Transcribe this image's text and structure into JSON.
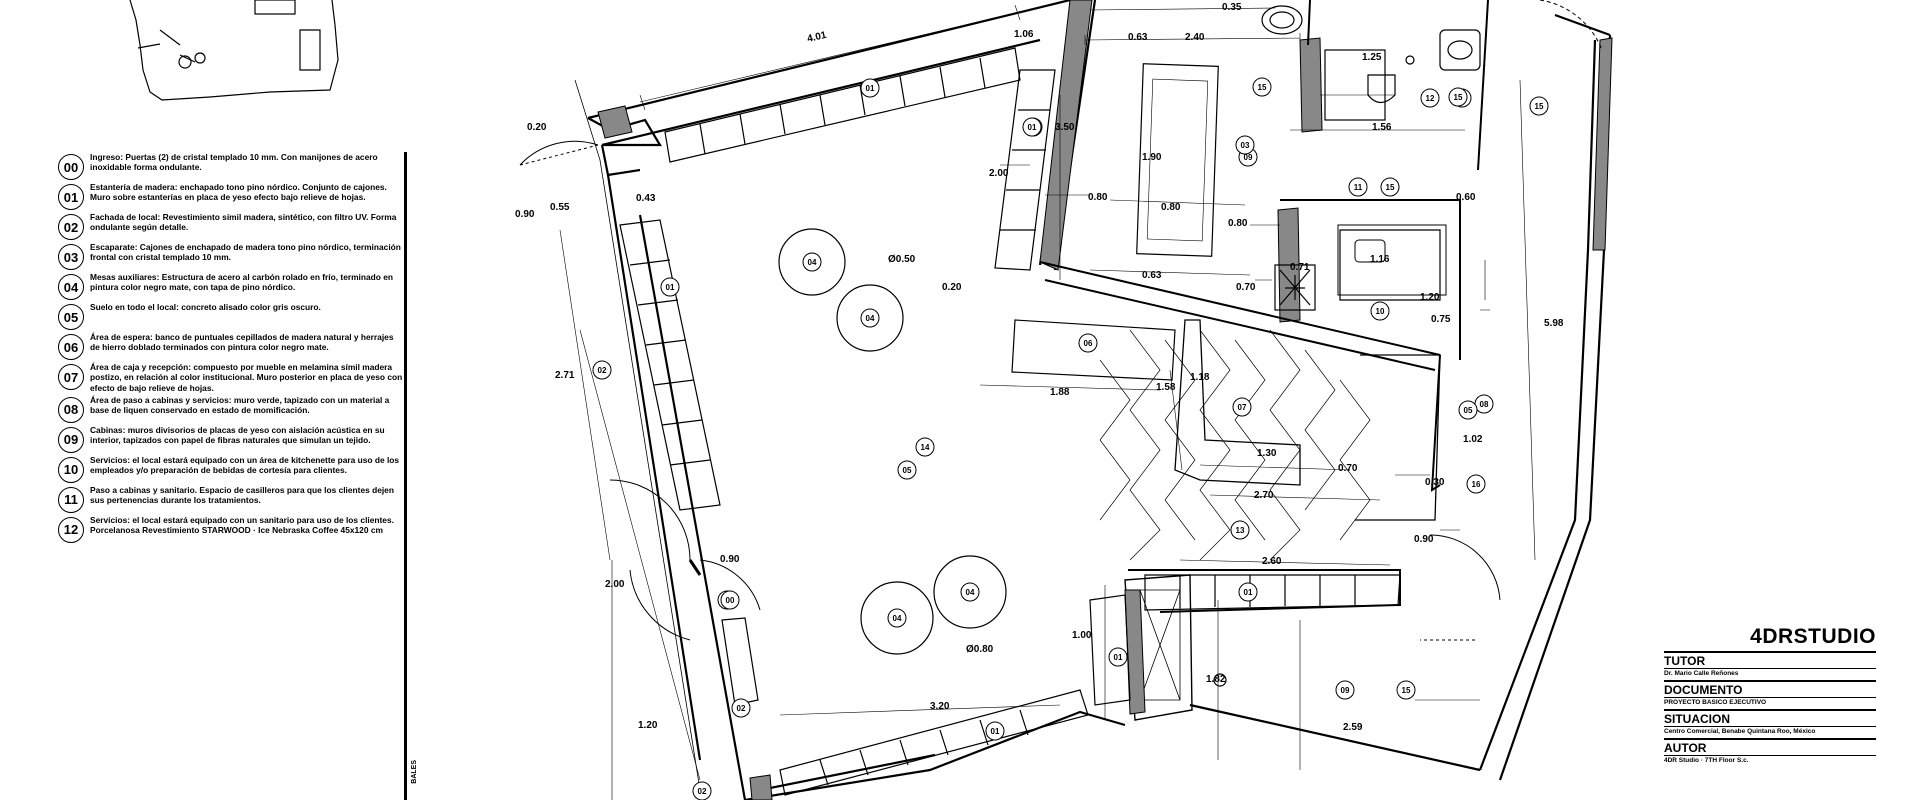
{
  "legend": {
    "items": [
      {
        "num": "00",
        "text": "Ingreso: Puertas (2) de cristal templado 10 mm. Con manijones de acero inoxidable forma ondulante."
      },
      {
        "num": "01",
        "text": "Estantería de madera: enchapado tono pino nórdico. Conjunto de cajones. Muro sobre estanterías en placa de yeso efecto bajo relieve de hojas."
      },
      {
        "num": "02",
        "text": "Fachada de local: Revestimiento símil madera, sintético, con filtro UV. Forma ondulante según detalle."
      },
      {
        "num": "03",
        "text": "Escaparate: Cajones de enchapado de madera tono pino nórdico, terminación frontal con cristal templado 10 mm."
      },
      {
        "num": "04",
        "text": "Mesas auxiliares: Estructura de acero al carbón rolado en frío, terminado en pintura color negro mate, con tapa de pino nórdico."
      },
      {
        "num": "05",
        "text": "Suelo en todo el local: concreto alisado color gris oscuro."
      },
      {
        "num": "06",
        "text": "Área de espera: banco de puntuales cepillados de madera natural y herrajes de hierro doblado terminados con pintura color negro mate."
      },
      {
        "num": "07",
        "text": "Área de caja y recepción: compuesto por mueble en melamina símil madera postizo, en relación al color institucional. Muro posterior en placa de yeso con efecto de bajo relieve de hojas."
      },
      {
        "num": "08",
        "text": "Área de paso a cabinas y servicios: muro verde, tapizado con un material a base de liquen conservado en estado de momificación."
      },
      {
        "num": "09",
        "text": "Cabinas: muros divisorios de placas de yeso con aislación acústica en su interior, tapizados con papel de fibras naturales que simulan un tejido."
      },
      {
        "num": "10",
        "text": "Servicios: el local estará equipado con un área de kitchenette para uso de los empleados y/o preparación de bebidas de cortesía para clientes."
      },
      {
        "num": "11",
        "text": "Paso a cabinas y sanitario. Espacio de casilleros para que los clientes dejen sus pertenencias durante los tratamientos."
      },
      {
        "num": "12",
        "text": "Servicios: el local estará equipado con un sanitario para uso de los clientes. Porcelanosa Revestimiento STARWOOD · Ice Nebraska Coffee 45x120 cm"
      }
    ],
    "side_label": "BALES"
  },
  "titleblock": {
    "brand": "4DRSTUDIO",
    "sections": [
      {
        "head": "TUTOR",
        "value": "Dr. Mario Calle Reñones"
      },
      {
        "head": "DOCUMENTO",
        "value": "PROYECTO BASICO EJECUTIVO"
      },
      {
        "head": "SITUACION",
        "value": "Centro Comercial, Benabe Quintana Roo, México"
      },
      {
        "head": "AUTOR",
        "value": "4DR Studio · 7TH Floor S.c."
      }
    ]
  },
  "plan": {
    "dimensions": [
      {
        "id": "d-401",
        "t": "4.01"
      },
      {
        "id": "d-106",
        "t": "1.06"
      },
      {
        "id": "d-035",
        "t": "0.35"
      },
      {
        "id": "d-063a",
        "t": "0.63"
      },
      {
        "id": "d-240",
        "t": "2.40"
      },
      {
        "id": "d-125",
        "t": "1.25"
      },
      {
        "id": "d-020",
        "t": "0.20"
      },
      {
        "id": "d-043",
        "t": "0.43"
      },
      {
        "id": "d-090",
        "t": "0.90"
      },
      {
        "id": "d-055",
        "t": "0.55"
      },
      {
        "id": "d-350",
        "t": "3.50"
      },
      {
        "id": "d-200a",
        "t": "2.00"
      },
      {
        "id": "d-190",
        "t": "1.90"
      },
      {
        "id": "d-156",
        "t": "1.56"
      },
      {
        "id": "d-080a",
        "t": "0.80"
      },
      {
        "id": "d-060a",
        "t": "0.60"
      },
      {
        "id": "d-080b",
        "t": "0.80"
      },
      {
        "id": "d-080c",
        "t": "0.80"
      },
      {
        "id": "d-050",
        "t": "Ø0.50"
      },
      {
        "id": "d-063b",
        "t": "0.63"
      },
      {
        "id": "d-020b",
        "t": "0.20"
      },
      {
        "id": "d-070",
        "t": "0.70"
      },
      {
        "id": "d-071",
        "t": "0.71"
      },
      {
        "id": "d-116",
        "t": "1.16"
      },
      {
        "id": "d-120a",
        "t": "1.20"
      },
      {
        "id": "d-075",
        "t": "0.75"
      },
      {
        "id": "d-598",
        "t": "5.98"
      },
      {
        "id": "d-271",
        "t": "2.71"
      },
      {
        "id": "d-188",
        "t": "1.88"
      },
      {
        "id": "d-158",
        "t": "1.58"
      },
      {
        "id": "d-118",
        "t": "1.18"
      },
      {
        "id": "d-130",
        "t": "1.30"
      },
      {
        "id": "d-070b",
        "t": "0.70"
      },
      {
        "id": "d-102",
        "t": "1.02"
      },
      {
        "id": "d-270",
        "t": "2.70"
      },
      {
        "id": "d-030",
        "t": "0.30"
      },
      {
        "id": "d-090b",
        "t": "0.90"
      },
      {
        "id": "d-200b",
        "t": "2.00"
      },
      {
        "id": "d-260",
        "t": "2.60"
      },
      {
        "id": "d-100",
        "t": "1.00"
      },
      {
        "id": "d-080",
        "t": "Ø0.80"
      },
      {
        "id": "d-182",
        "t": "1.82"
      },
      {
        "id": "d-320",
        "t": "3.20"
      },
      {
        "id": "d-259",
        "t": "2.59"
      },
      {
        "id": "d-120b",
        "t": "1.20"
      },
      {
        "id": "d-090c",
        "t": "0.90"
      }
    ],
    "tags": [
      {
        "id": "t1",
        "t": "01"
      },
      {
        "id": "t2",
        "t": "01"
      },
      {
        "id": "t3",
        "t": "01"
      },
      {
        "id": "t4",
        "t": "01"
      },
      {
        "id": "t5",
        "t": "01"
      },
      {
        "id": "t6",
        "t": "01"
      },
      {
        "id": "t7",
        "t": "01"
      },
      {
        "id": "t8",
        "t": "02"
      },
      {
        "id": "t9",
        "t": "02"
      },
      {
        "id": "t10",
        "t": "03"
      },
      {
        "id": "t11",
        "t": "04"
      },
      {
        "id": "t12",
        "t": "04"
      },
      {
        "id": "t13",
        "t": "04"
      },
      {
        "id": "t14",
        "t": "04"
      },
      {
        "id": "t15",
        "t": "05"
      },
      {
        "id": "t16",
        "t": "06"
      },
      {
        "id": "t17",
        "t": "07"
      },
      {
        "id": "t18",
        "t": "08"
      },
      {
        "id": "t19",
        "t": "09"
      },
      {
        "id": "t20",
        "t": "09"
      },
      {
        "id": "t21",
        "t": "10"
      },
      {
        "id": "t22",
        "t": "11"
      },
      {
        "id": "t23",
        "t": "12"
      },
      {
        "id": "t24",
        "t": "13"
      },
      {
        "id": "t25",
        "t": "14"
      },
      {
        "id": "t26",
        "t": "15"
      },
      {
        "id": "t27",
        "t": "15"
      },
      {
        "id": "t28",
        "t": "15"
      },
      {
        "id": "t29",
        "t": "15"
      },
      {
        "id": "t30",
        "t": "15"
      },
      {
        "id": "t31",
        "t": "16"
      },
      {
        "id": "t32",
        "t": "00"
      },
      {
        "id": "t33",
        "t": "02"
      },
      {
        "id": "t34",
        "t": "03"
      },
      {
        "id": "t35",
        "t": "05"
      },
      {
        "id": "t36",
        "t": "15"
      }
    ]
  }
}
